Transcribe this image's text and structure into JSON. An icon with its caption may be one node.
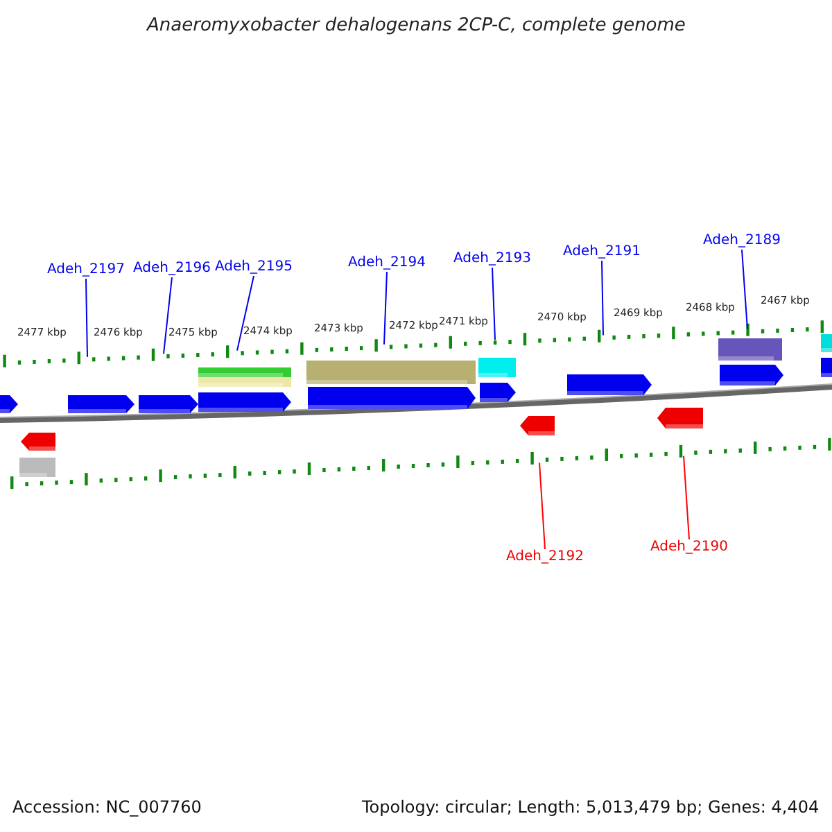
{
  "diagram": {
    "title": "Anaeromyxobacter dehalogenans 2CP-C, complete genome",
    "nodes": [
      {
        "text": [
          "Adeh_2197"
        ]
      },
      {
        "text": [
          "Adeh_2196"
        ]
      },
      {
        "text": [
          "Adeh_2195"
        ]
      },
      {
        "text": [
          "Adeh_2194"
        ]
      },
      {
        "text": [
          "Adeh_2193"
        ]
      },
      {
        "text": [
          "Adeh_2191"
        ]
      },
      {
        "text": [
          "Adeh_2189"
        ]
      },
      {
        "text": [
          "Adeh_2192"
        ]
      },
      {
        "text": [
          "Adeh_2190"
        ]
      },
      {
        "text": [],
        "shape": "ruler"
      },
      {
        "text": [],
        "shape": "ruler"
      }
    ],
    "edges": [
      {
        "from": 0,
        "to": 9,
        "arrow": "none"
      },
      {
        "from": 1,
        "to": 9,
        "arrow": "none"
      },
      {
        "from": 2,
        "to": 9,
        "arrow": "none"
      },
      {
        "from": 3,
        "to": 9,
        "arrow": "none"
      },
      {
        "from": 4,
        "to": 9,
        "arrow": "none"
      },
      {
        "from": 5,
        "to": 9,
        "arrow": "none"
      },
      {
        "from": 6,
        "to": 9,
        "arrow": "none"
      },
      {
        "from": 7,
        "to": 10,
        "arrow": "none",
        "color": "#ff0000"
      },
      {
        "from": 8,
        "to": 10,
        "arrow": "none",
        "color": "#ff0000"
      }
    ],
    "labels": [
      "2477 kbp",
      "2476 kbp",
      "2475 kbp",
      "2474 kbp",
      "2473 kbp",
      "2472 kbp",
      "2471 kbp",
      "2470 kbp",
      "2469 kbp",
      "2468 kbp",
      "2467 kbp",
      "Accession: NC_007760",
      "Topology: circular; Length: 5,013,479 bp; Genes: 4,404"
    ]
  }
}
